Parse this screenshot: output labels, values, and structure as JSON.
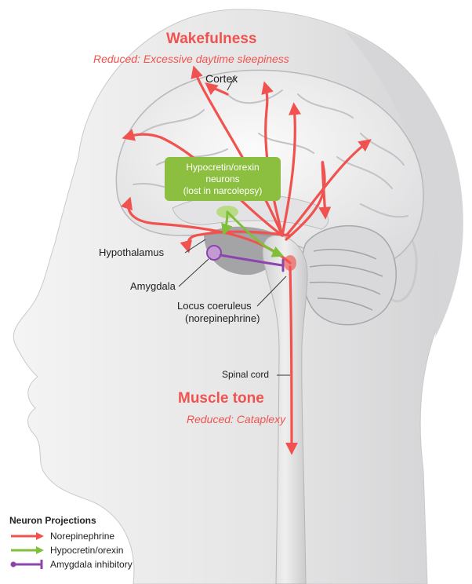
{
  "colors": {
    "norepinephrine": "#f0534f",
    "hypocretin": "#7fbf3a",
    "amygdala": "#8e44ad",
    "label_box": "#8cbf3f",
    "head_fill": "#e9e9ea",
    "brain_fill": "#f2f2f2"
  },
  "top": {
    "wakefulness": "Wakefulness",
    "wakefulness_reduced": "Reduced: Excessive daytime sleepiness"
  },
  "labels": {
    "cortex": "Cortex",
    "neurons_line1": "Hypocretin/orexin",
    "neurons_line2": "neurons",
    "neurons_line3": "(lost in narcolepsy)",
    "hypothalamus": "Hypothalamus",
    "amygdala": "Amygdala",
    "locus_line1": "Locus coeruleus",
    "locus_line2": "(norepinephrine)",
    "spinal_cord": "Spinal cord"
  },
  "bottom": {
    "muscle_tone": "Muscle tone",
    "muscle_reduced": "Reduced: Cataplexy"
  },
  "legend": {
    "title": "Neuron Projections",
    "items": [
      {
        "label": "Norepinephrine",
        "icon": "red-arrow-icon"
      },
      {
        "label": "Hypocretin/orexin",
        "icon": "green-arrow-icon"
      },
      {
        "label": "Amygdala inhibitory",
        "icon": "purple-inhibitory-icon"
      }
    ]
  }
}
